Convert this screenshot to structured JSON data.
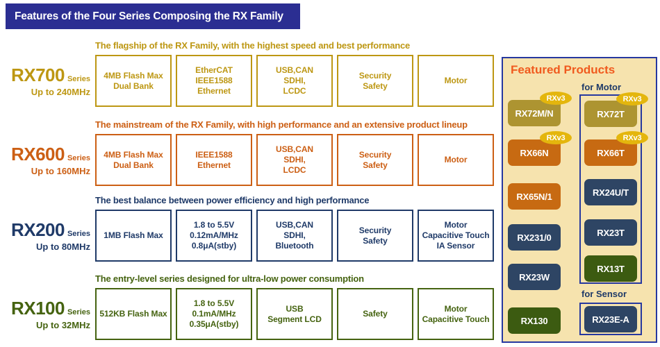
{
  "title_bar": {
    "label": "Features of the Four Series Composing the RX Family"
  },
  "rows": [
    {
      "name": "RX700",
      "series_word": "Series",
      "freq": "Up to 240MHz",
      "headline": "The flagship of the RX Family, with the highest speed and best performance",
      "color": "#BD9713",
      "boxes": [
        "4MB Flash Max\nDual Bank",
        "EtherCAT\nIEEE1588\nEthernet",
        "USB,CAN\nSDHI,\nLCDC",
        "Security\nSafety",
        "Motor"
      ]
    },
    {
      "name": "RX600",
      "series_word": "Series",
      "freq": "Up to 160MHz",
      "headline": "The mainstream of the RX Family, with high performance and an extensive product lineup",
      "color": "#CC5F14",
      "boxes": [
        "4MB Flash Max\nDual Bank",
        "IEEE1588\nEthernet",
        "USB,CAN\nSDHI,\nLCDC",
        "Security\nSafety",
        "Motor"
      ]
    },
    {
      "name": "RX200",
      "series_word": "Series",
      "freq": "Up to 80MHz",
      "headline": "The best balance between power efficiency and high performance",
      "color": "#1F3A68",
      "boxes": [
        "1MB Flash Max",
        "1.8 to 5.5V\n0.12mA/MHz\n0.8μA(stby)",
        "USB,CAN\nSDHI,\nBluetooth",
        "Security\nSafety",
        "Motor\nCapacitive Touch\nIA Sensor"
      ]
    },
    {
      "name": "RX100",
      "series_word": "Series",
      "freq": "Up to 32MHz",
      "headline": "The entry-level series designed for ultra-low power consumption",
      "color": "#456310",
      "boxes": [
        "512KB Flash Max",
        "1.8 to 5.5V\n0.1mA/MHz\n0.35μA(stby)",
        "USB\nSegment LCD",
        "Safety",
        "Motor\nCapacitive Touch"
      ]
    }
  ],
  "featured": {
    "title": "Featured Products",
    "motor_label": "for Motor",
    "sensor_label": "for Sensor",
    "badge": "RXv3",
    "left_products": [
      {
        "name": "RX72M/N",
        "variant": "khaki",
        "badge": true
      },
      {
        "name": "RX66N",
        "variant": "orange",
        "badge": true
      },
      {
        "name": "RX65N/1",
        "variant": "orange",
        "badge": false
      },
      {
        "name": "RX231/0",
        "variant": "navy",
        "badge": false
      },
      {
        "name": "RX23W",
        "variant": "navy",
        "badge": false
      },
      {
        "name": "RX130",
        "variant": "green",
        "badge": false
      }
    ],
    "motor_products": [
      {
        "name": "RX72T",
        "variant": "khaki",
        "badge": true
      },
      {
        "name": "RX66T",
        "variant": "orange",
        "badge": true
      },
      {
        "name": "RX24U/T",
        "variant": "navy",
        "badge": false
      },
      {
        "name": "RX23T",
        "variant": "navy",
        "badge": false
      },
      {
        "name": "RX13T",
        "variant": "green",
        "badge": false
      }
    ],
    "sensor_products": [
      {
        "name": "RX23E-A",
        "variant": "navy",
        "badge": false
      }
    ]
  },
  "colors": {
    "title_bar_bg": "#2B2E92",
    "rx700": "#BD9713",
    "rx600": "#CC5F14",
    "rx200": "#1F3A68",
    "rx100": "#456310",
    "panel_bg": "#F6E3AE",
    "panel_border": "#2638A0",
    "featured_title": "#F05A1E",
    "badge_bg": "#E4B60D",
    "product_khaki": "#AD9431",
    "product_orange": "#C76A12",
    "product_navy": "#2E4564",
    "product_green": "#3C5B11"
  }
}
